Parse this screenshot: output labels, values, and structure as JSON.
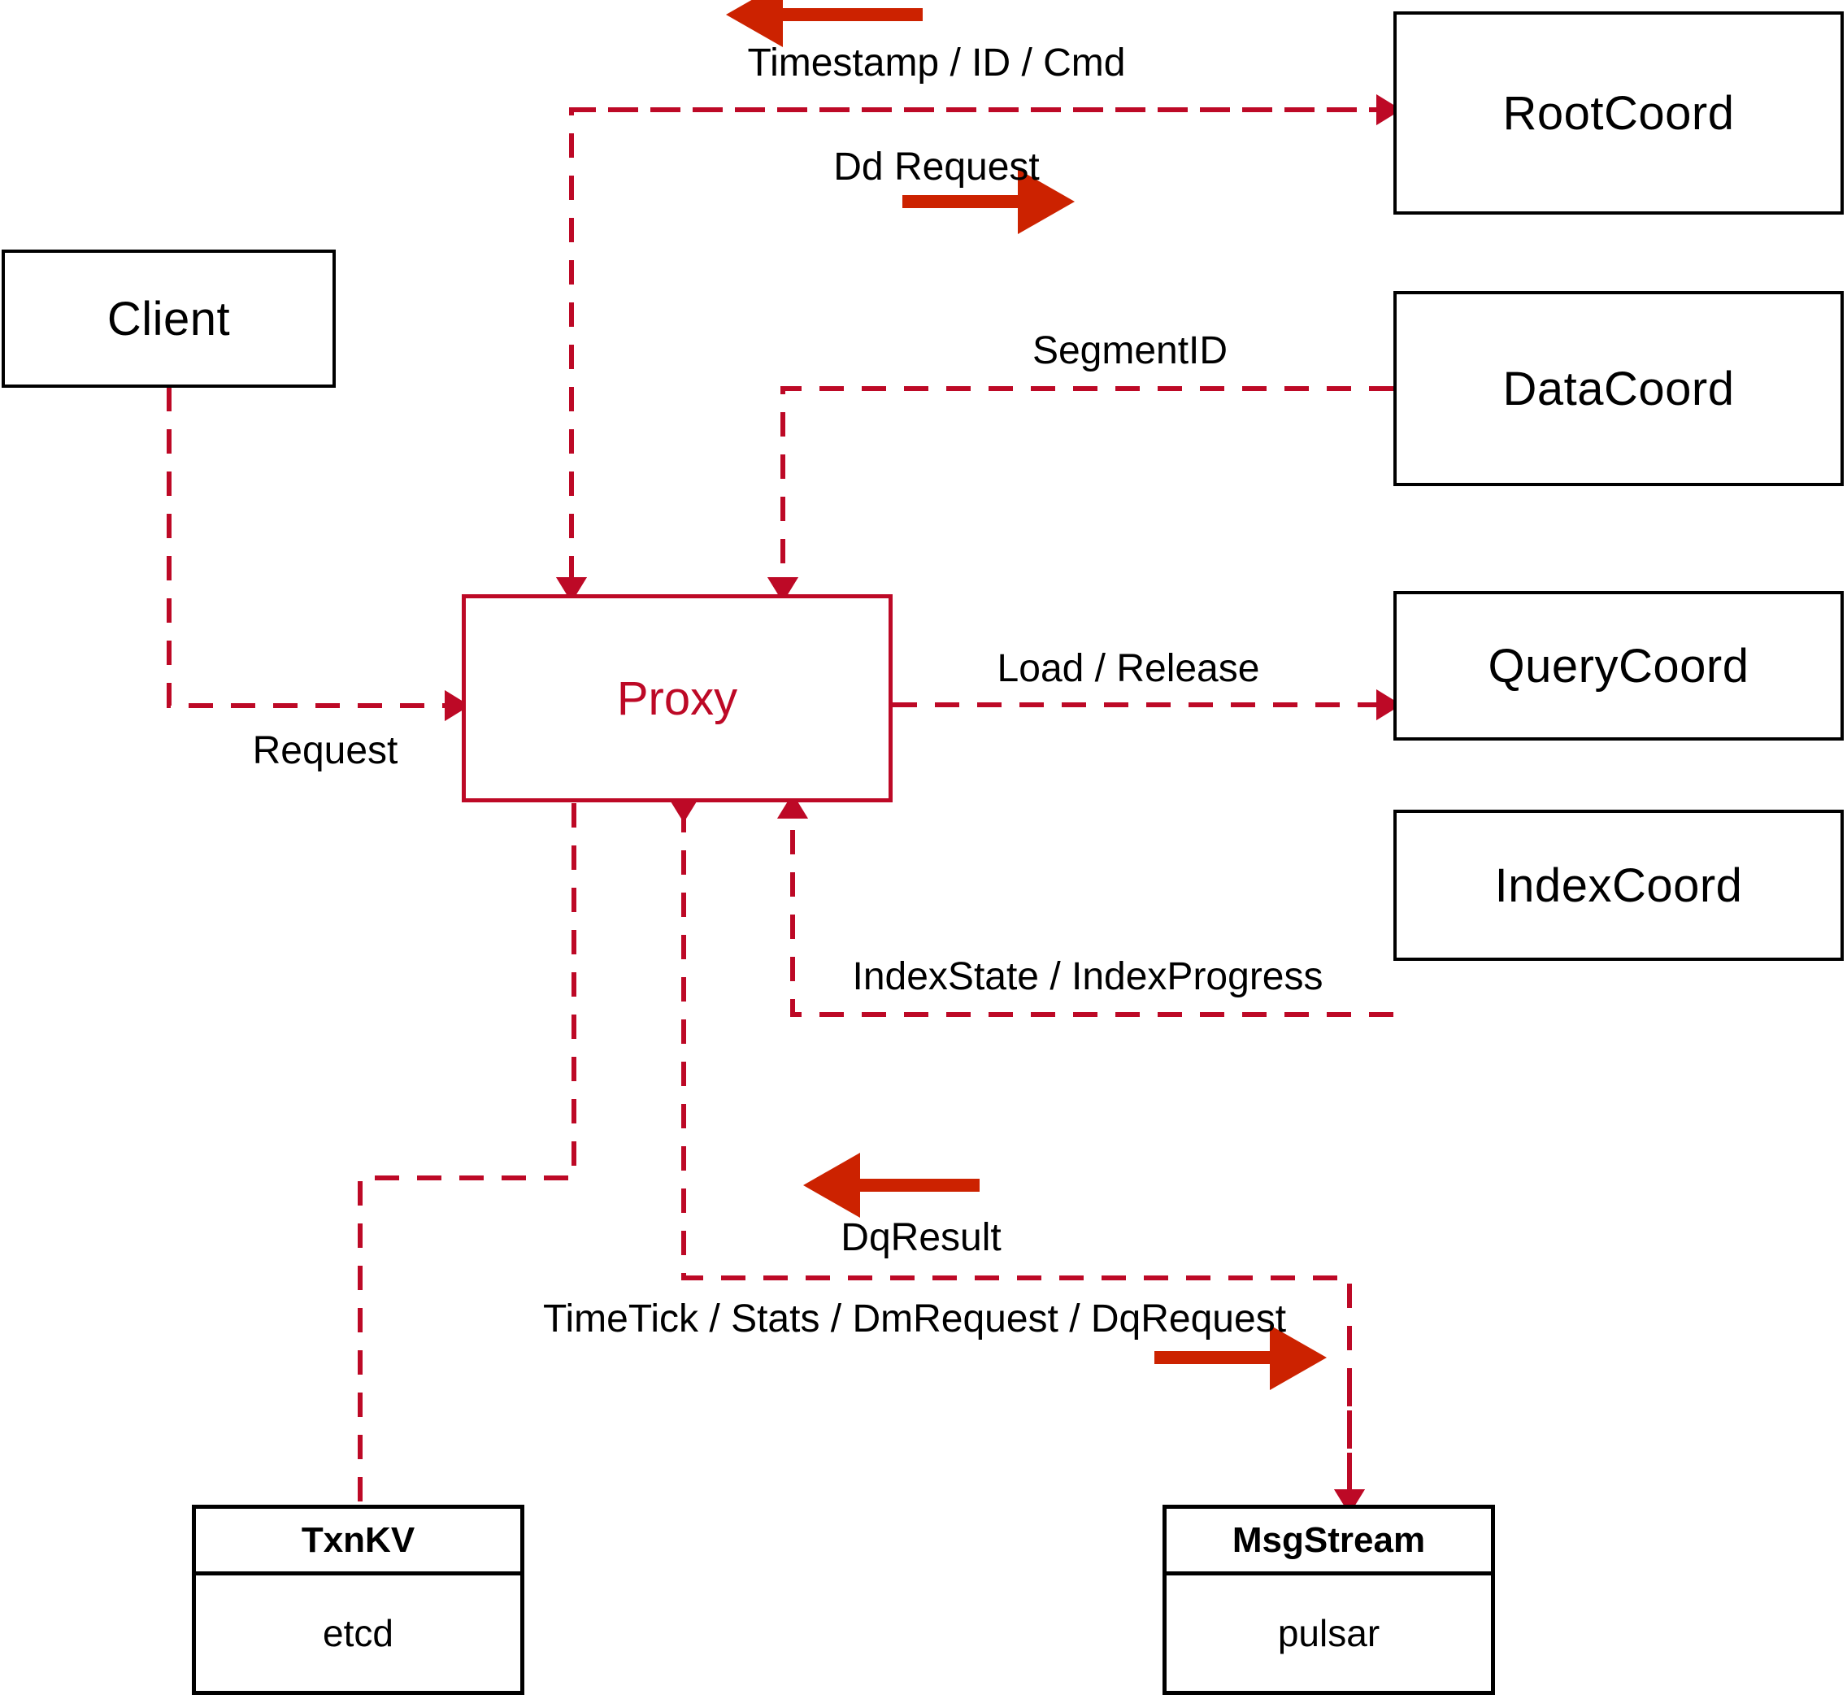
{
  "diagram": {
    "title": "Milvus Proxy component interaction diagram",
    "accent_color": "#bd0926",
    "arrow_color": "#cc2200",
    "node_border_color": "#000000"
  },
  "nodes": {
    "client": {
      "label": "Client"
    },
    "proxy": {
      "label": "Proxy"
    },
    "root_coord": {
      "label": "RootCoord"
    },
    "data_coord": {
      "label": "DataCoord"
    },
    "query_coord": {
      "label": "QueryCoord"
    },
    "index_coord": {
      "label": "IndexCoord"
    },
    "txn_kv": {
      "header": "TxnKV",
      "body": "etcd"
    },
    "msg_stream": {
      "header": "MsgStream",
      "body": "pulsar"
    }
  },
  "edge_labels": {
    "timestamp_id_cmd": "Timestamp / ID / Cmd",
    "dd_request": "Dd Request",
    "segment_id": "SegmentID",
    "load_release": "Load / Release",
    "index_state_progress": "IndexState / IndexProgress",
    "request": "Request",
    "dq_result": "DqResult",
    "timetick_stats_dm_dq": "TimeTick / Stats / DmRequest / DqRequest"
  }
}
